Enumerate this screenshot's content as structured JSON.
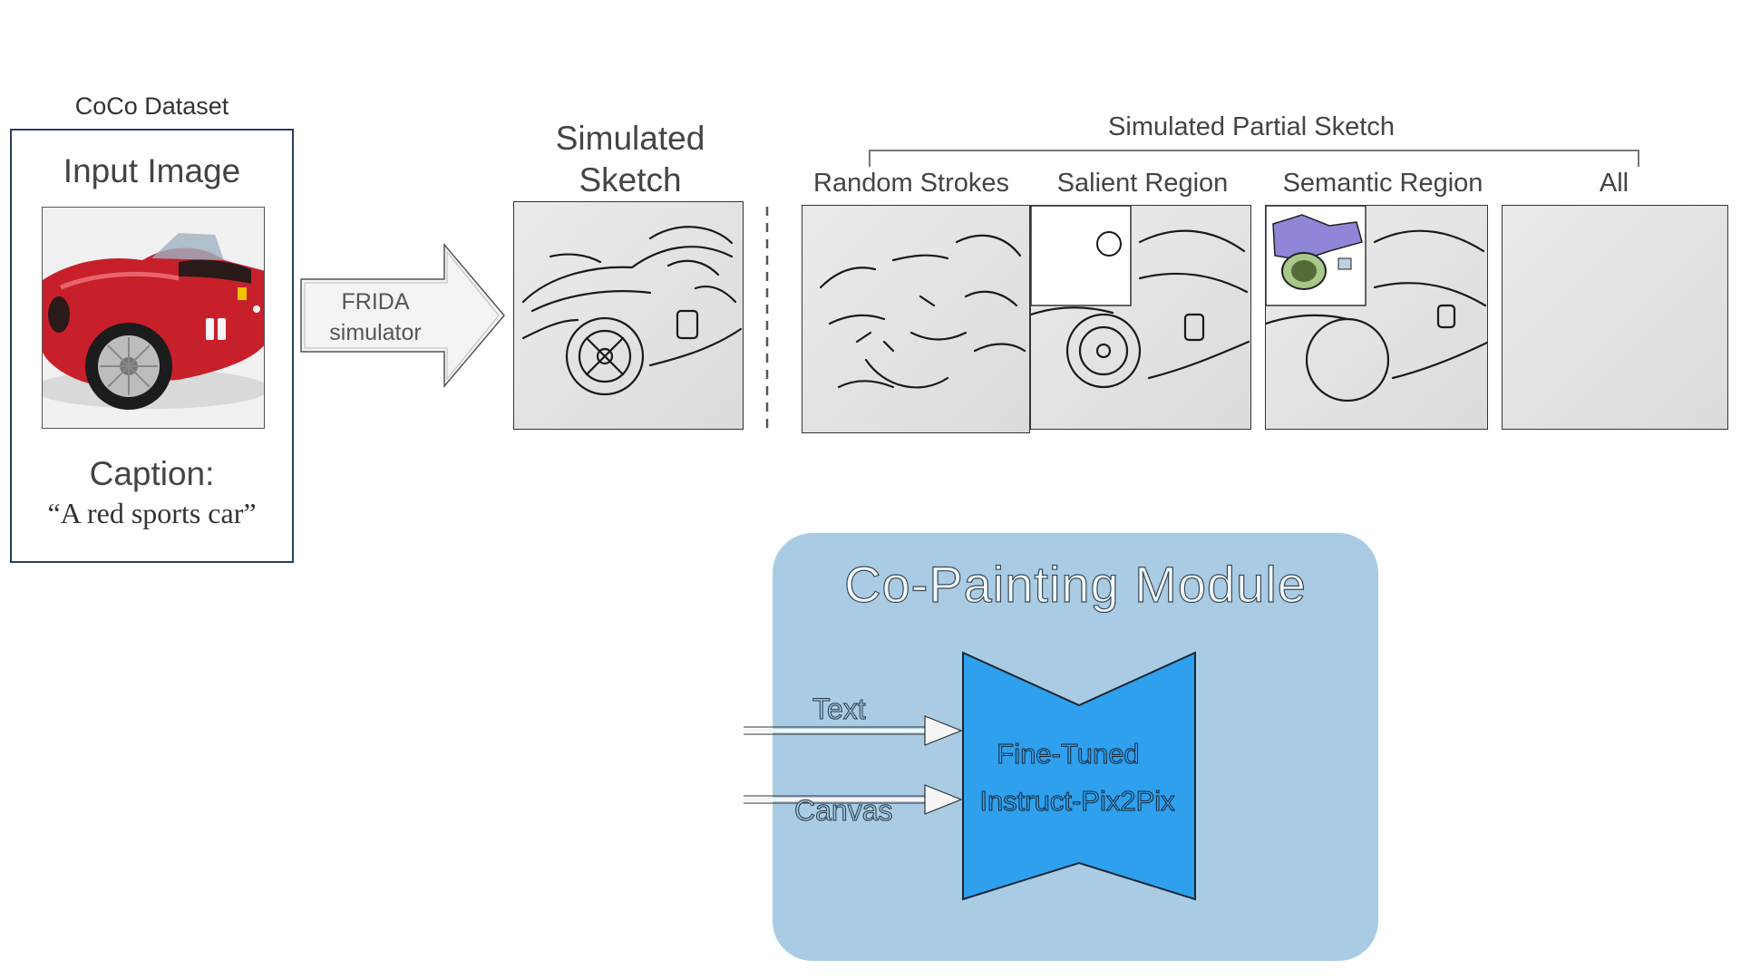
{
  "dataset": {
    "title": "CoCo Dataset",
    "input_title": "Input Image",
    "caption_label": "Caption:",
    "caption_text": "“A red sports car”"
  },
  "arrow": {
    "line1": "FRIDA",
    "line2": "simulator"
  },
  "simulated_sketch": {
    "line1": "Simulated",
    "line2": "Sketch"
  },
  "partial_sketch": {
    "title": "Simulated Partial Sketch",
    "panels": [
      "Random Strokes",
      "Salient Region",
      "Semantic Region",
      "All"
    ]
  },
  "module": {
    "title": "Co-Painting Module",
    "input_text": "Text",
    "input_canvas": "Canvas",
    "network_line1": "Fine-Tuned",
    "network_line2": "Instruct-Pix2Pix"
  },
  "colors": {
    "module_bg": "#a9cce4",
    "network_fill": "#2ea0ee",
    "car_red": "#c8202a",
    "dataset_border": "#2b3e63"
  },
  "icons": [
    "arrow-right-icon",
    "brace-icon"
  ]
}
